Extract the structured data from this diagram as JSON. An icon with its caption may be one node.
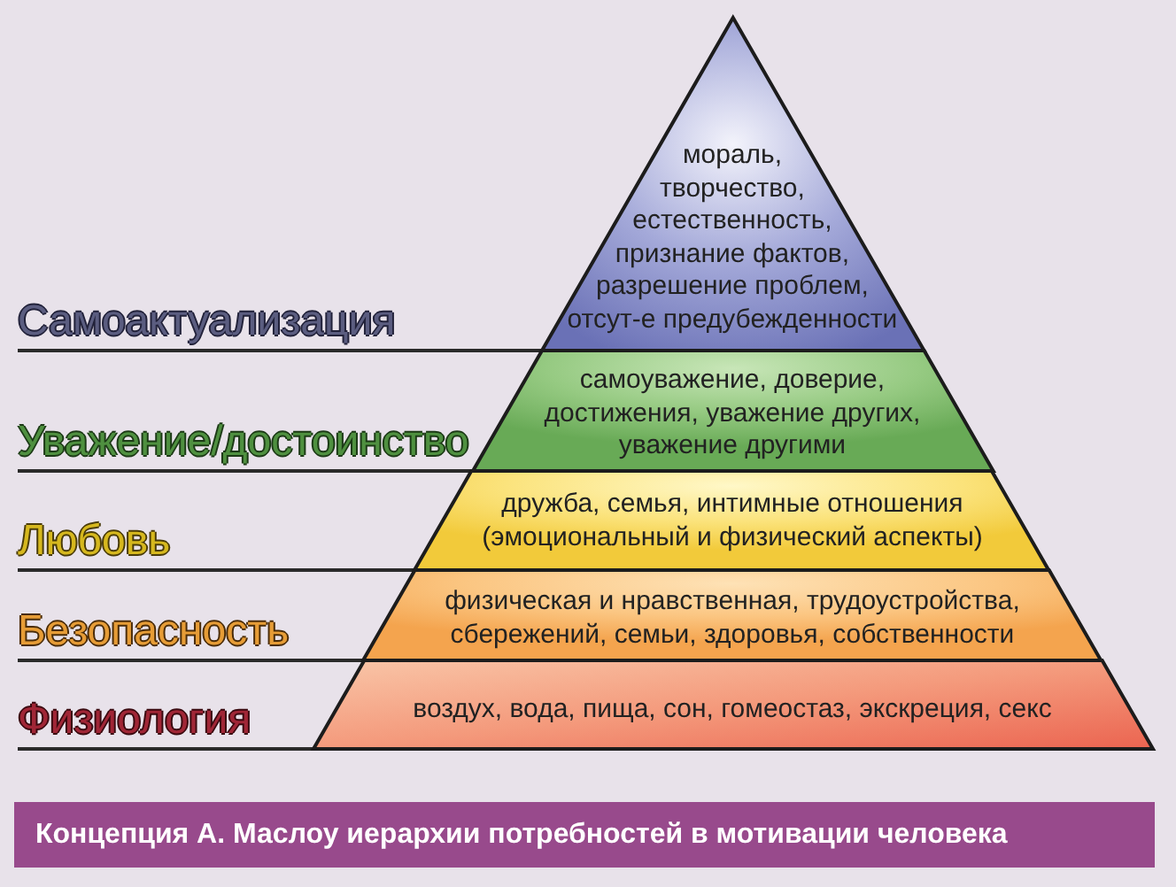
{
  "diagram": {
    "nodes": [
      {
        "text": [
          "мораль, творчество, естественность, признание фактов, разрешение проблем, отсут-е предубежденности"
        ]
      },
      {
        "text": [
          "Самоактуализация"
        ]
      },
      {
        "text": [
          "самоуважение, доверие, достижения, уважение других, уважение другими"
        ]
      },
      {
        "text": [
          "Уважение/достоинство"
        ]
      },
      {
        "text": [
          "дружба, семья, интимные отношения (эмоциональный и физический аспекты)"
        ]
      },
      {
        "text": [
          "Любовь"
        ]
      },
      {
        "text": [
          "физическая и нравственная, трудоустройства, сбережений, семьи, здоровья, собственности"
        ]
      },
      {
        "text": [
          "Безопасность"
        ]
      },
      {
        "text": [
          "воздух, вода, пища, сон, гомеостаз, экскреция, секс"
        ]
      },
      {
        "text": [
          "Физиология"
        ]
      }
    ],
    "edges": [
      {
        "from": 1,
        "to": 0,
        "arrow": "none"
      },
      {
        "from": 3,
        "to": 2,
        "arrow": "none"
      },
      {
        "from": 5,
        "to": 4,
        "arrow": "none"
      },
      {
        "from": 7,
        "to": 6,
        "arrow": "none"
      },
      {
        "from": 9,
        "to": 8,
        "arrow": "none"
      }
    ],
    "caption": "Концепция А. Маслоу иерархии потребностей в мотивации человека"
  }
}
